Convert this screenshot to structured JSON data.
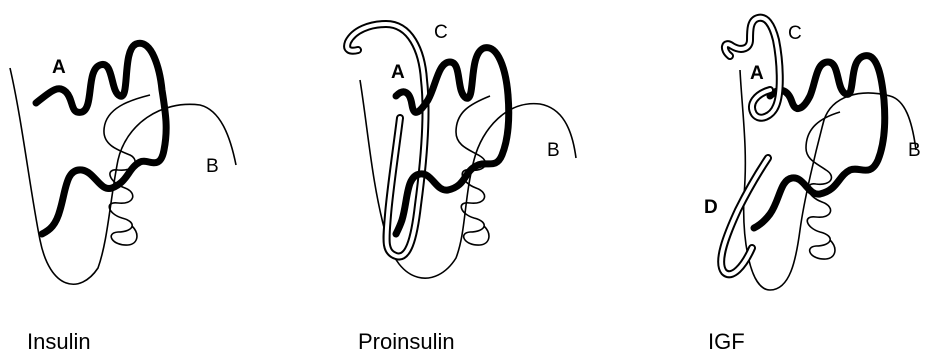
{
  "panels": [
    {
      "caption": "Insulin",
      "chains": [
        {
          "label": "A",
          "style": "thick"
        },
        {
          "label": "B",
          "style": "thin"
        }
      ]
    },
    {
      "caption": "Proinsulin",
      "chains": [
        {
          "label": "A",
          "style": "thick"
        },
        {
          "label": "B",
          "style": "thin"
        },
        {
          "label": "C",
          "style": "double"
        }
      ]
    },
    {
      "caption": "IGF",
      "chains": [
        {
          "label": "A",
          "style": "thick"
        },
        {
          "label": "B",
          "style": "thin"
        },
        {
          "label": "C",
          "style": "double"
        },
        {
          "label": "D",
          "style": "double"
        }
      ]
    }
  ],
  "colors": {
    "stroke": "#000000",
    "background": "#ffffff"
  }
}
